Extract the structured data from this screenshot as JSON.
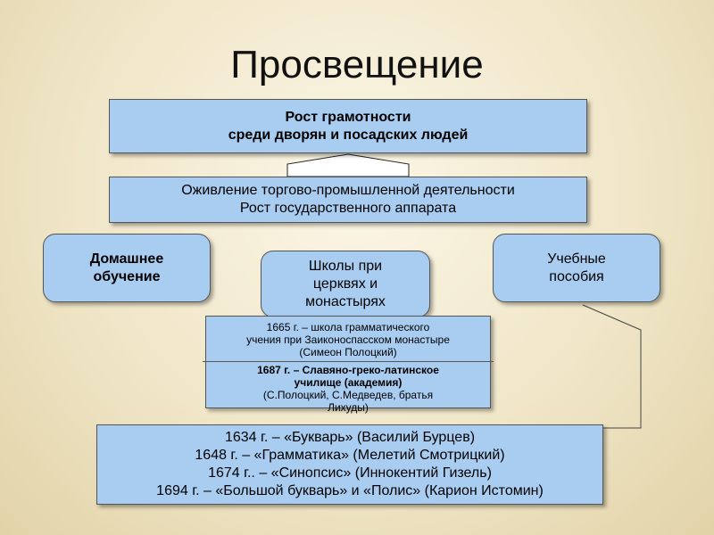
{
  "title": "Просвещение",
  "literacy_box": {
    "lines": [
      "Рост грамотности",
      "среди дворян и посадских людей"
    ]
  },
  "revival_box": {
    "lines": [
      "Оживление торгово-промышленной деятельности",
      "Рост государственного аппарата"
    ]
  },
  "home_box": {
    "lines": [
      "Домашнее",
      "обучение"
    ]
  },
  "schools_box": {
    "lines": [
      "Школы при",
      "церквях и",
      "монастырях"
    ]
  },
  "books_box": {
    "lines": [
      "Учебные",
      "пособия"
    ]
  },
  "schools_history": {
    "first": [
      "1665 г. – школа грамматического",
      "учения при Заиконоспасском монастыре",
      "(Симеон Полоцкий)"
    ],
    "second_bold": [
      "1687 г. – Славяно-греко-латинское",
      "училище (академия)"
    ],
    "second_normal": [
      "(С.Полоцкий, С.Медведев, братья",
      "Лихуды)"
    ]
  },
  "textbooks_box": {
    "lines": [
      "1634 г. – «Букварь» (Василий Бурцев)",
      "1648 г. – «Грамматика» (Мелетий Смотрицкий)",
      "1674 г.. – «Синопсис» (Иннокентий Гизель)",
      "1694 г. – «Большой букварь» и «Полис» (Карион Истомин)"
    ]
  }
}
